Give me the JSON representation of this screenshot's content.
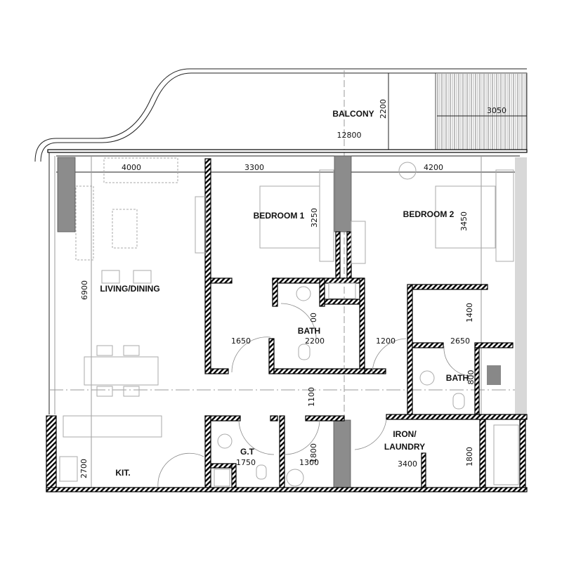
{
  "rooms": {
    "balcony": "BALCONY",
    "bedroom1": "BEDROOM 1",
    "bedroom2": "BEDROOM 2",
    "living": "LIVING/DINING",
    "bath1": "BATH",
    "bath2": "BATH",
    "iron_line1": "IRON/",
    "iron_line2": "LAUNDRY",
    "guest_toilet": "G.T",
    "kitchen": "KIT."
  },
  "dimensions": {
    "balcony_length": "12800",
    "balcony_depth": "2200",
    "deck_width": "3050",
    "living_width": "4000",
    "bedroom1_width": "3300",
    "bedroom2_width": "4200",
    "bedroom1_depth": "3250",
    "bedroom2_depth": "3450",
    "living_depth": "6900",
    "closet1_width": "1650",
    "bath1_width": "2200",
    "bath1_depth_partial": "00",
    "corridor_width": "1200",
    "closet2_width": "2650",
    "closet2_depth": "1400",
    "bath2_depth": "800",
    "hall_depth": "1100",
    "laundry_width": "3400",
    "laundry_depth": "1800",
    "gt_width": "1750",
    "gt_depth": "1800",
    "store_width": "1300",
    "kitchen_depth": "2700"
  },
  "colors": {
    "wall": "#000000",
    "column": "#8c8c8c",
    "furniture": "#aaaaaa"
  }
}
